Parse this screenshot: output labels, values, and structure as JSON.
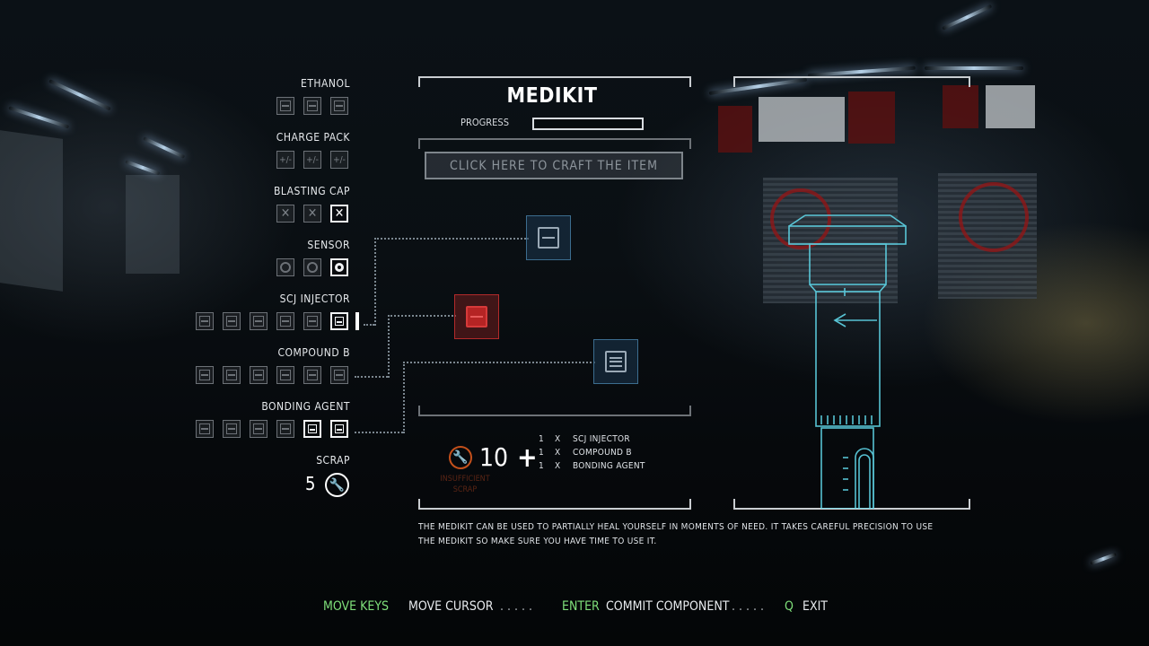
{
  "item": {
    "title": "MEDIKIT",
    "progress_label": "PROGRESS",
    "progress_value": 0.0,
    "craft_button": "CLICK HERE TO CRAFT THE ITEM",
    "description_line1": "THE MEDIKIT CAN BE USED TO PARTIALLY HEAL YOURSELF IN MOMENTS OF NEED. IT TAKES CAREFUL PRECISION TO USE",
    "description_line2": "THE MEDIKIT SO MAKE SURE YOU HAVE TIME TO USE IT."
  },
  "inventory": [
    {
      "label": "ETHANOL",
      "icon": "bottle-icon",
      "slots": [
        false,
        false,
        false
      ]
    },
    {
      "label": "CHARGE PACK",
      "icon": "battery-icon",
      "slots": [
        false,
        false,
        false
      ]
    },
    {
      "label": "BLASTING CAP",
      "icon": "detonator-icon",
      "slots": [
        false,
        false,
        true
      ]
    },
    {
      "label": "SENSOR",
      "icon": "sensor-icon",
      "slots": [
        false,
        false,
        true
      ]
    },
    {
      "label": "SCJ INJECTOR",
      "icon": "injector-icon",
      "slots": [
        false,
        false,
        false,
        false,
        false,
        true
      ]
    },
    {
      "label": "COMPOUND B",
      "icon": "compound-icon",
      "slots": [
        false,
        false,
        false,
        false,
        false,
        false
      ]
    },
    {
      "label": "BONDING AGENT",
      "icon": "bonding-agent-icon",
      "slots": [
        false,
        false,
        false,
        false,
        true,
        true
      ]
    }
  ],
  "scrap": {
    "label": "SCRAP",
    "count": "5",
    "icon": "wrench-scrap-icon"
  },
  "cost": {
    "scrap_amount": "10",
    "plus": "+",
    "ghost_label_1": "INSUFFICIENT",
    "ghost_label_2": "SCRAP",
    "requirements": [
      {
        "qty": "1",
        "x": "X",
        "name": "SCJ INJECTOR"
      },
      {
        "qty": "1",
        "x": "X",
        "name": "COMPOUND B"
      },
      {
        "qty": "1",
        "x": "X",
        "name": "BONDING AGENT"
      }
    ]
  },
  "components": [
    {
      "name": "SCJ INJECTOR",
      "state": "placed"
    },
    {
      "name": "COMPOUND B",
      "state": "missing"
    },
    {
      "name": "BONDING AGENT",
      "state": "placed"
    }
  ],
  "footer": {
    "key1": "MOVE KEYS",
    "action1": "MOVE CURSOR",
    "dots1": ". . . . .",
    "key2": "ENTER",
    "action2": "COMMIT COMPONENT",
    "dots2": ". . . . .",
    "key3": "Q",
    "action3": "EXIT"
  },
  "colors": {
    "key_green": "#7fe07a",
    "scrap_orange": "#c4501b",
    "component_blue": "#3c6d8f",
    "missing_red": "#b32a2a",
    "schematic_cyan": "#5fd6e8"
  }
}
